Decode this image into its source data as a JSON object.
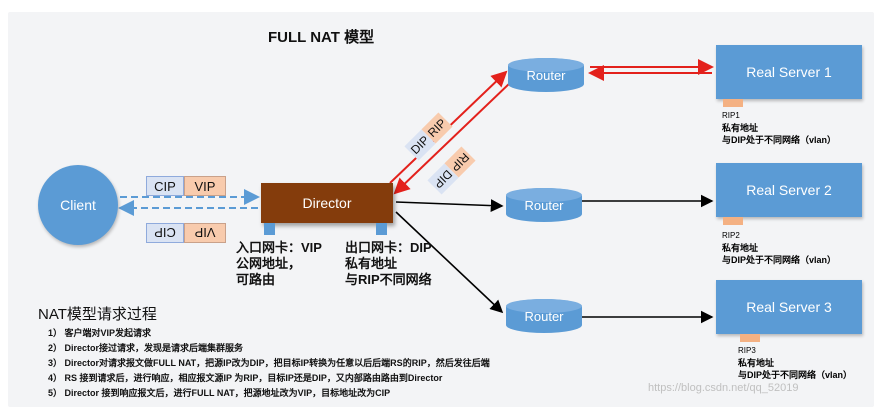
{
  "title": "FULL NAT 模型",
  "client_label": "Client",
  "director_label": "Director",
  "router_label": "Router",
  "servers": [
    {
      "label": "Real Server 1",
      "rip": "RIP1",
      "line1": "私有地址",
      "line2": "与DIP处于不同网络（vlan）"
    },
    {
      "label": "Real Server 2",
      "rip": "RIP2",
      "line1": "私有地址",
      "line2": "与DIP处于不同网络（vlan）"
    },
    {
      "label": "Real Server 3",
      "rip": "RIP3",
      "line1": "私有地址",
      "line2": "与DIP处于不同网络（vlan）"
    }
  ],
  "packet": {
    "cip": "CIP",
    "vip": "VIP",
    "dip": "DIP",
    "rip": "RIP"
  },
  "in_nic": {
    "line1": "入口网卡：VIP",
    "line2": "公网地址，",
    "line3": "可路由"
  },
  "out_nic": {
    "line1": "出口网卡：DIP",
    "line2": "私有地址",
    "line3": "与RIP不同网络"
  },
  "steps_title": "NAT模型请求过程",
  "steps": [
    "1） 客户端对VIP发起请求",
    "2） Director接过请求，发现是请求后端集群服务",
    "3） Director对请求报文做FULL NAT，把源IP改为DIP，把目标IP转换为任意以后后端RS的RIP，然后发往后端",
    "4） RS 接到请求后，进行响应，相应报文源IP 为RIP，目标IP还是DIP，又内部路由路由到Director",
    "5） Director 接到响应报文后，进行FULL NAT，把源地址改为VIP，目标地址改为CIP"
  ],
  "watermark": "https://blog.csdn.net/qq_52019",
  "colors": {
    "blue": "#5b9bd5",
    "director": "#843c0c",
    "peach": "#f8cbad",
    "lightblue": "#dae3f3",
    "red_arrow": "#e3211c",
    "dashed": "#5b9bd5"
  }
}
